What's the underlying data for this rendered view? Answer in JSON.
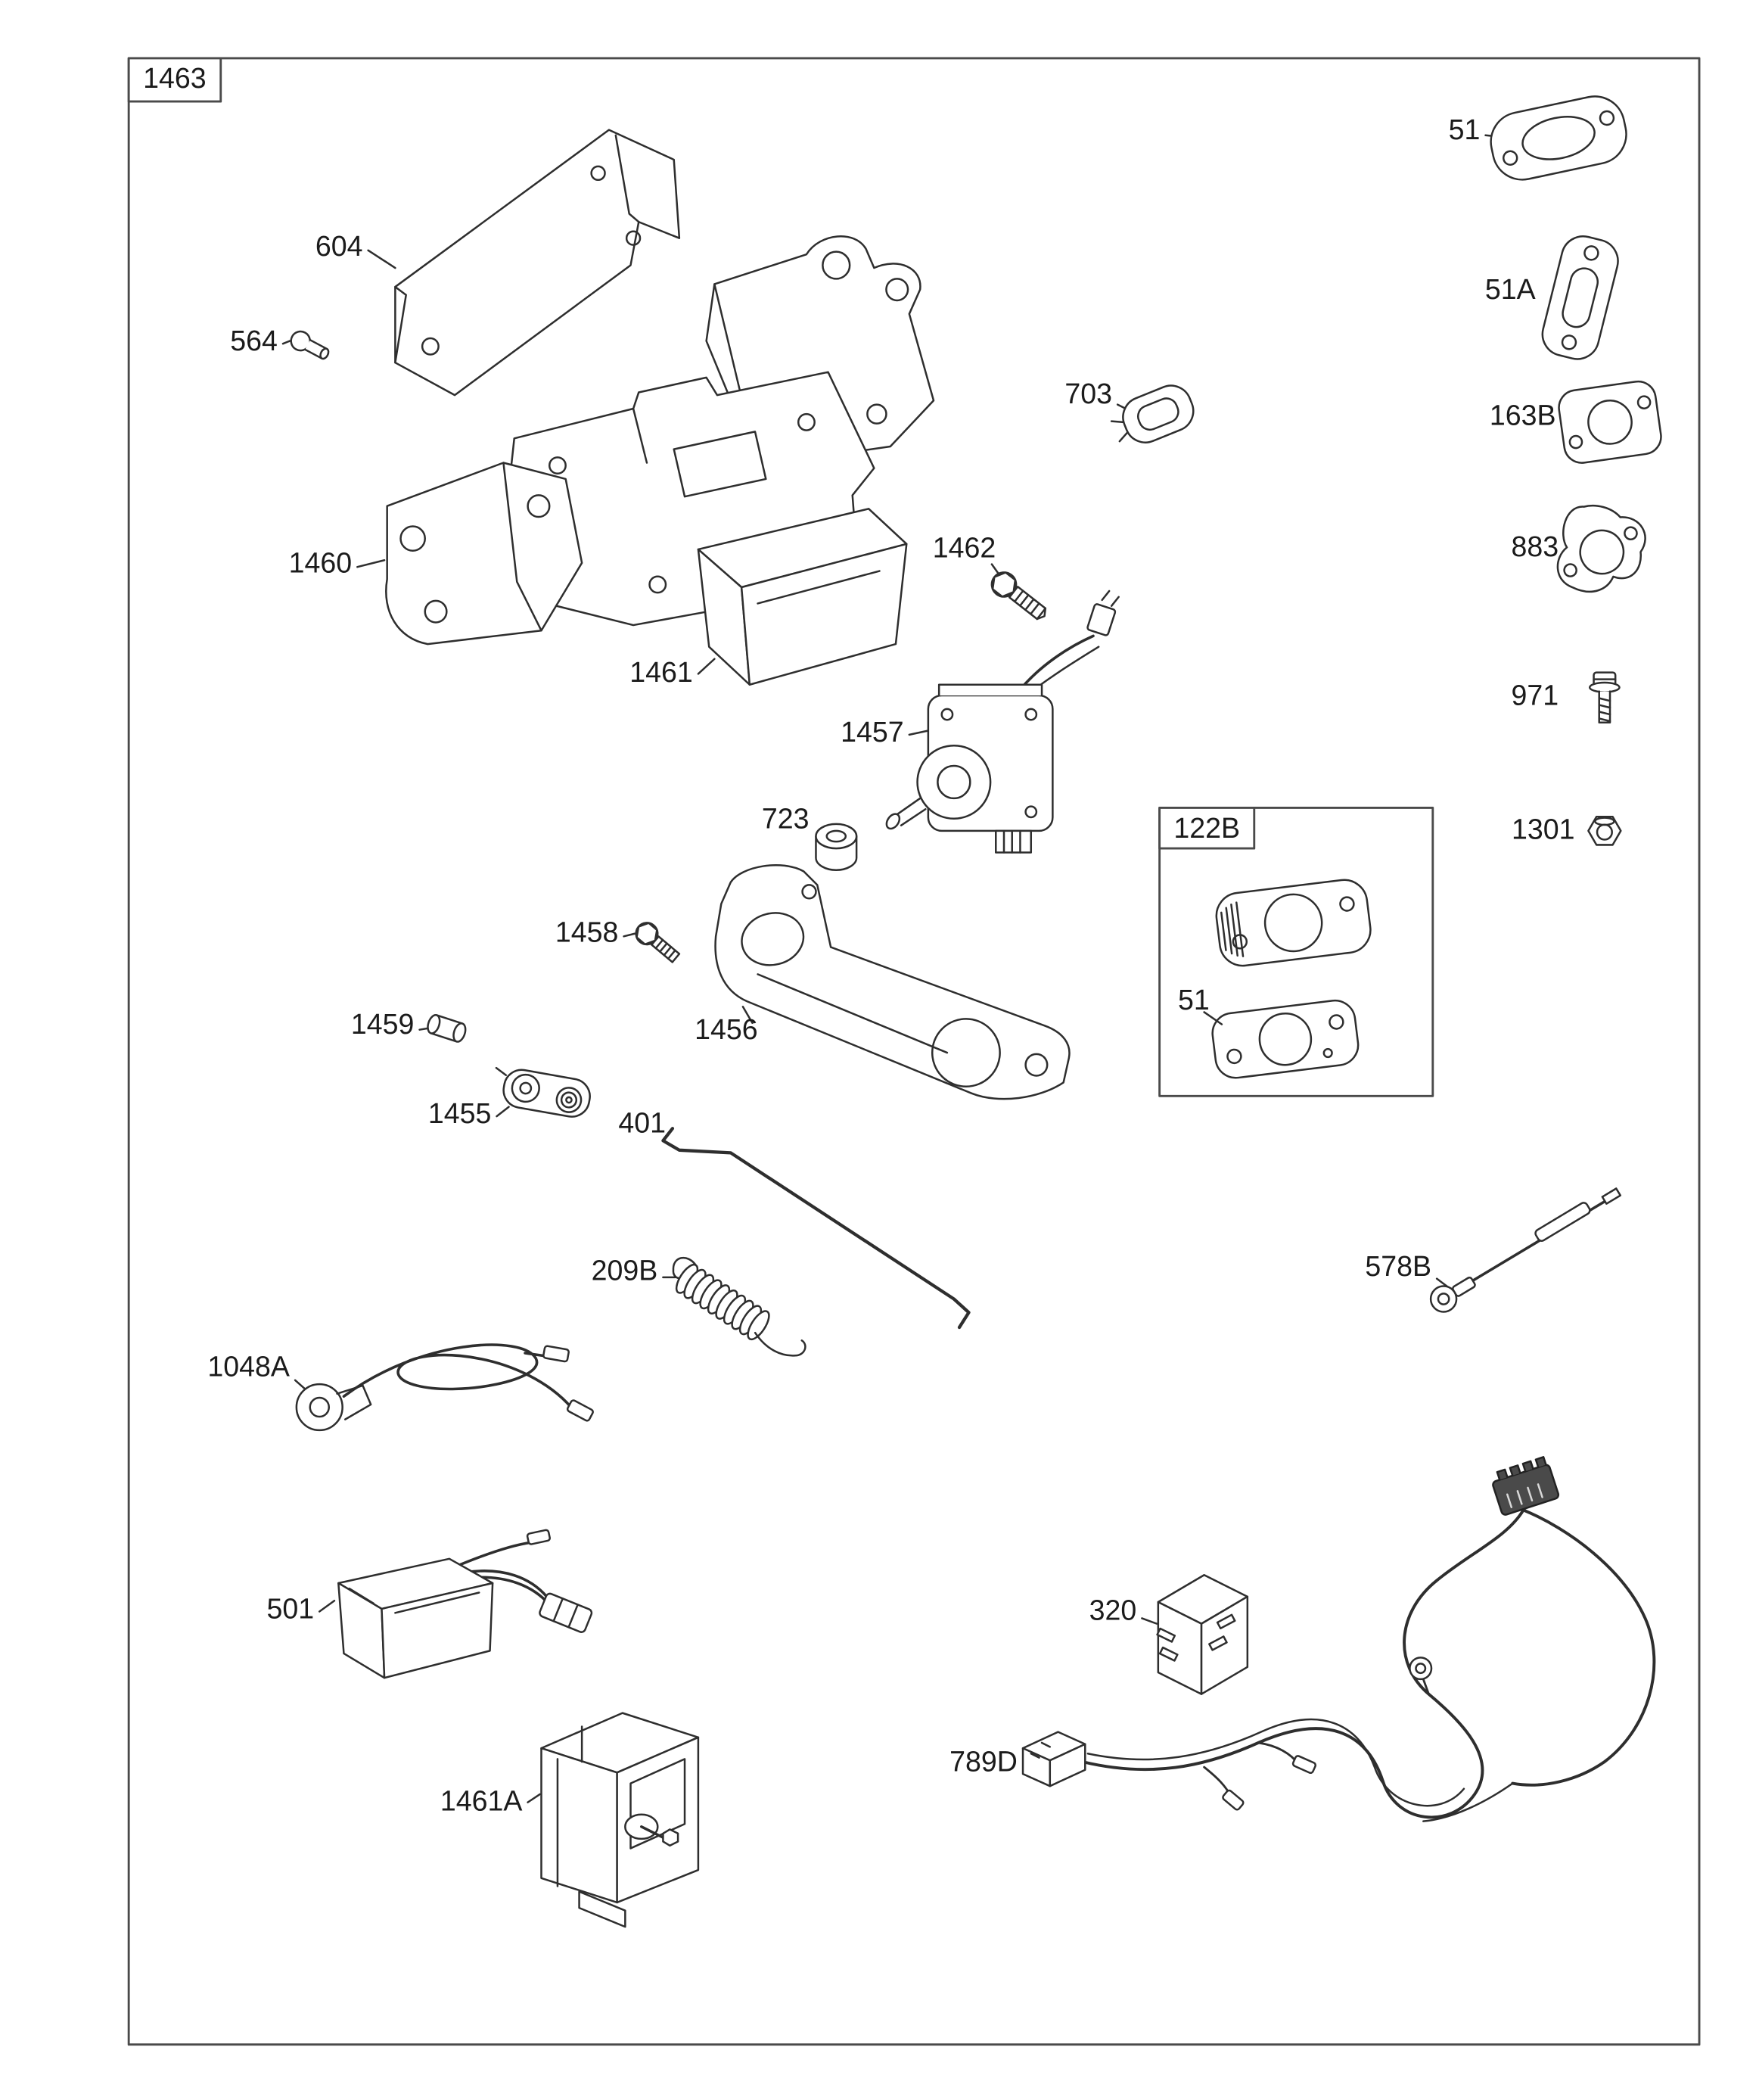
{
  "diagram": {
    "colors": {
      "line": "#2e2e2e",
      "text": "#1b1b1b",
      "background": "#ffffff",
      "frame": "#4a4a4a",
      "connector_dark": "#4a4a4a"
    },
    "labels": {
      "p1463": "1463",
      "p51_top": "51",
      "p604": "604",
      "p51a": "51A",
      "p564": "564",
      "p703": "703",
      "p163b": "163B",
      "p883": "883",
      "p1460": "1460",
      "p1462": "1462",
      "p971": "971",
      "p1461": "1461",
      "p1457": "1457",
      "p1301": "1301",
      "p723": "723",
      "p122b": "122B",
      "p1458": "1458",
      "p51_inset": "51",
      "p1459": "1459",
      "p1456": "1456",
      "p1455": "1455",
      "p401": "401",
      "p209b": "209B",
      "p578b": "578B",
      "p1048a": "1048A",
      "p501": "501",
      "p320": "320",
      "p1461a": "1461A",
      "p789d": "789D"
    }
  }
}
